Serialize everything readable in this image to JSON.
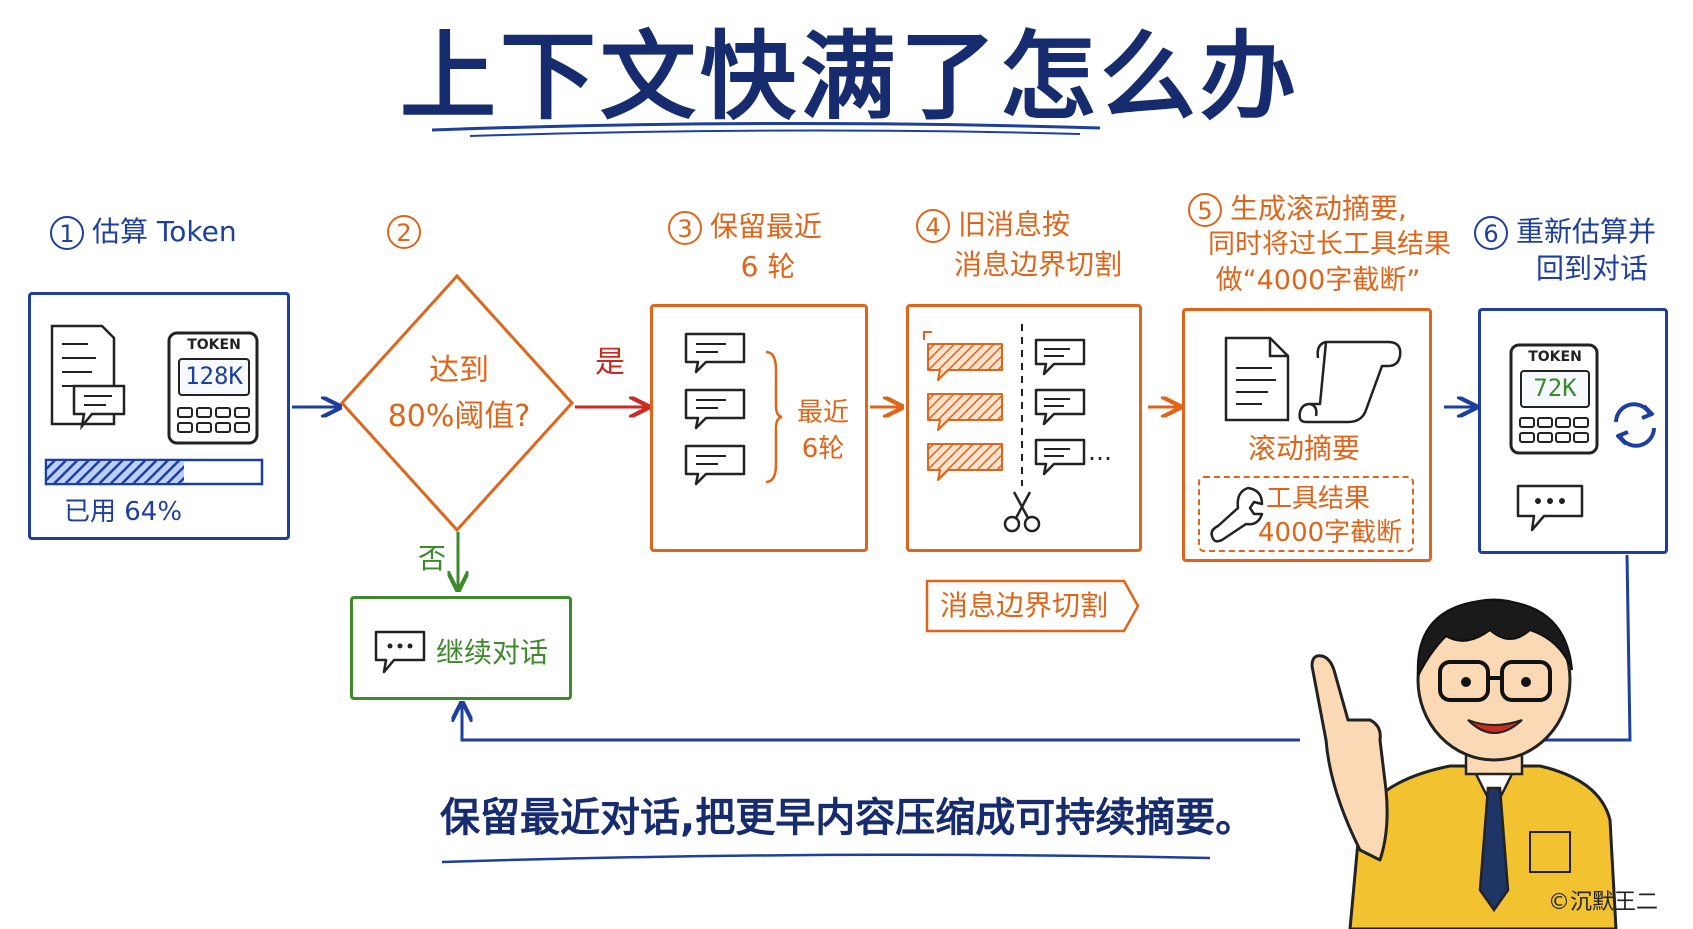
{
  "title": "上下文快满了怎么办",
  "steps": {
    "s1": {
      "num": "1",
      "label": "估算 Token",
      "token_badge": "TOKEN",
      "token_value": "128K",
      "usage_label": "已用 64%",
      "usage_fraction": 0.64
    },
    "s2": {
      "num": "2",
      "question": "达到",
      "question2": "80%阈值?",
      "yes": "是",
      "no": "否",
      "continue_label": "继续对话"
    },
    "s3": {
      "num": "3",
      "label_line1": "保留最近",
      "label_line2": "6 轮",
      "brace_line1": "最近",
      "brace_line2": "6轮"
    },
    "s4": {
      "num": "4",
      "label_line1": "旧消息按",
      "label_line2": "消息边界切割",
      "tag_label": "消息边界切割",
      "ellipsis": "…"
    },
    "s5": {
      "num": "5",
      "label_line1": "生成滚动摘要,",
      "label_line2": "同时将过长工具结果",
      "label_line3": "做“4000字截断”",
      "summary_label": "滚动摘要",
      "tool_line1": "工具结果",
      "tool_line2": "4000字截断"
    },
    "s6": {
      "num": "6",
      "label_line1": "重新估算并",
      "label_line2": "回到对话",
      "token_badge": "TOKEN",
      "token_value": "72K"
    }
  },
  "footer": {
    "summary": "保留最近对话,把更早内容压缩成可持续摘要。",
    "copyright": "©沉默王二"
  },
  "colors": {
    "navy": "#172c6e",
    "blue": "#1e3f9e",
    "orange": "#e0651a",
    "red": "#c92a22",
    "green": "#3d8a2b",
    "skin": "#fcd9b5",
    "shirt": "#f2c230"
  }
}
